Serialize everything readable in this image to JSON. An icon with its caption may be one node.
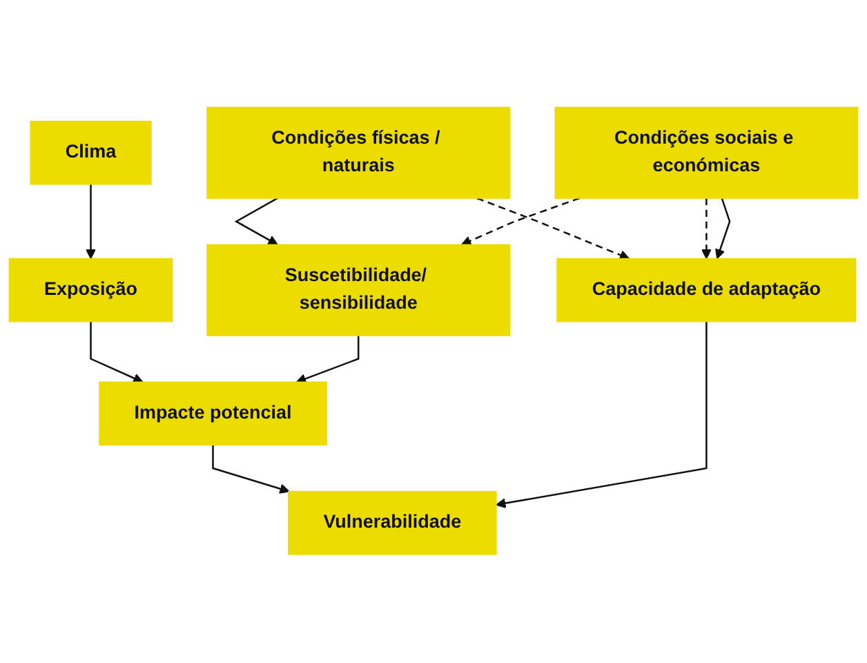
{
  "diagram": {
    "nodes": [
      {
        "text": [
          "Clima"
        ]
      },
      {
        "text": [
          "Condições físicas / naturais"
        ]
      },
      {
        "text": [
          "Condições sociais e económicas"
        ]
      },
      {
        "text": [
          "Exposição"
        ]
      },
      {
        "text": [
          "Suscetibilidade/ sensibilidade"
        ]
      },
      {
        "text": [
          "Impacte potencial"
        ]
      },
      {
        "text": [
          "Capacidade de adaptação"
        ]
      },
      {
        "text": [
          "Vulnerabilidade"
        ]
      }
    ],
    "edges": [
      {
        "from": 0,
        "to": 3,
        "arrow": "to"
      },
      {
        "from": 1,
        "to": 4,
        "arrow": "to"
      },
      {
        "from": 1,
        "to": 6,
        "arrow": "to",
        "style": "dashed"
      },
      {
        "from": 2,
        "to": 4,
        "arrow": "to",
        "style": "dashed"
      },
      {
        "from": 2,
        "to": 6,
        "arrow": "to",
        "style": "dashed"
      },
      {
        "from": 2,
        "to": 6,
        "arrow": "to"
      },
      {
        "from": 3,
        "to": 5,
        "arrow": "to"
      },
      {
        "from": 4,
        "to": 5,
        "arrow": "to"
      },
      {
        "from": 5,
        "to": 7,
        "arrow": "to"
      },
      {
        "from": 6,
        "to": 7,
        "arrow": "to"
      }
    ]
  }
}
